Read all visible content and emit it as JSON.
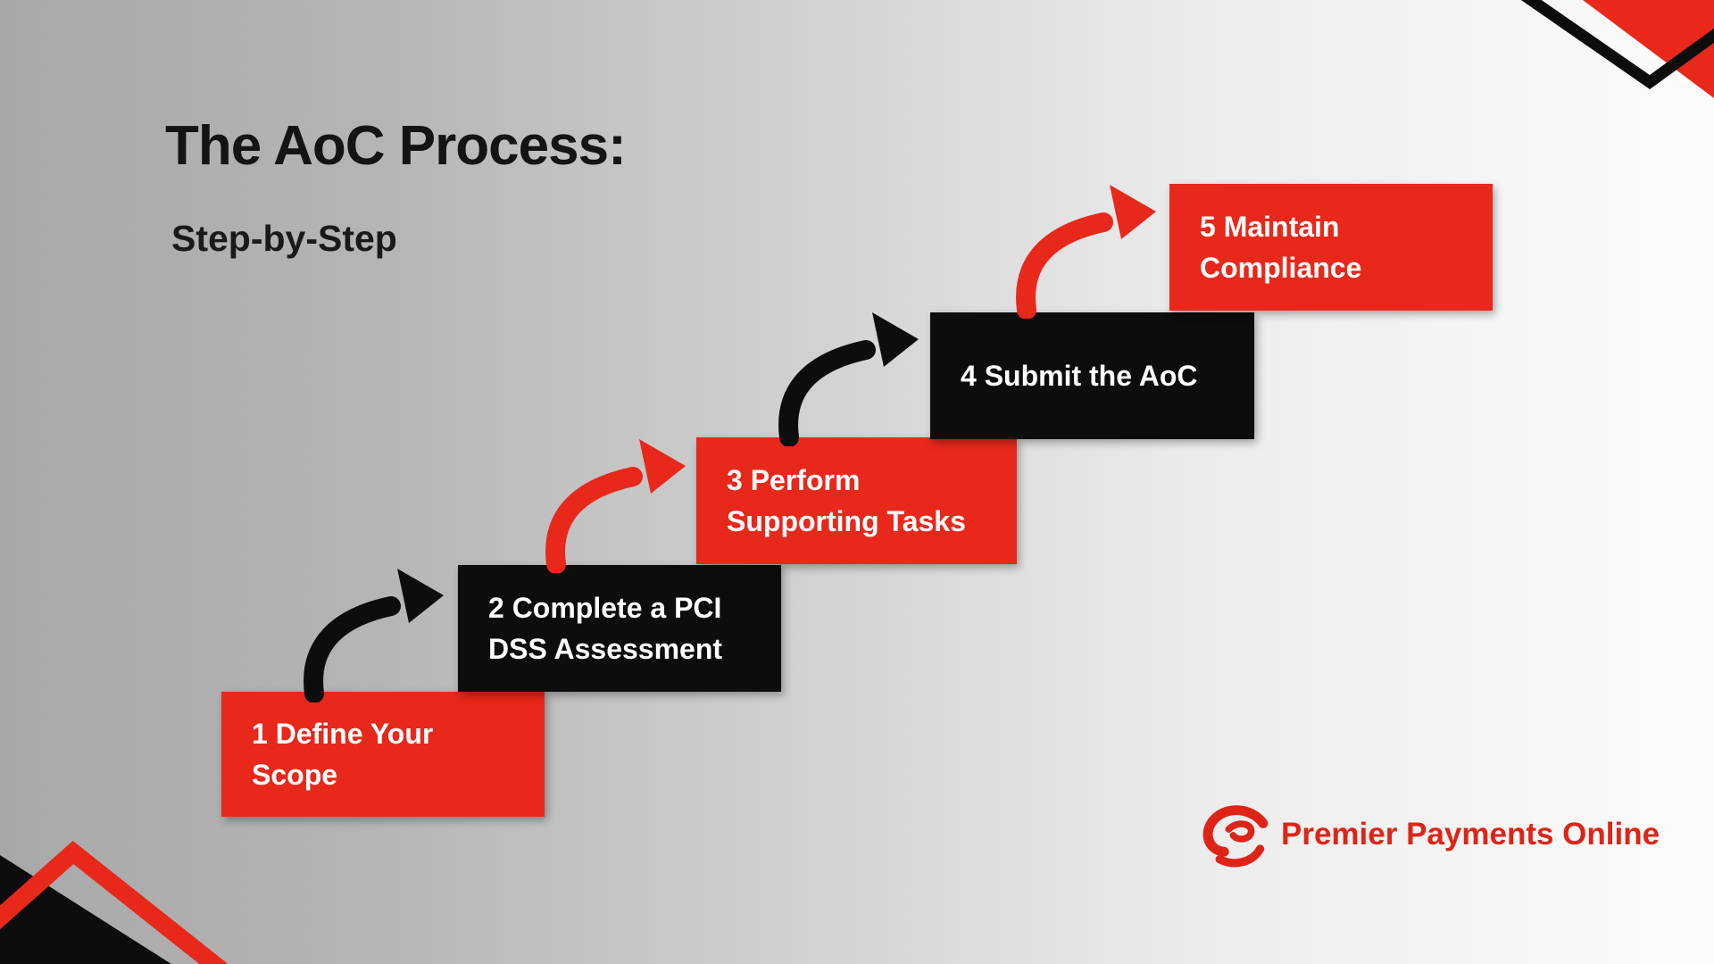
{
  "header": {
    "title": "The AoC Process:",
    "subtitle": "Step-by-Step"
  },
  "steps": [
    {
      "number": "1",
      "color": "#e8281b",
      "lines": [
        "1 Define Your",
        "Scope"
      ]
    },
    {
      "number": "2",
      "color": "#0d0d0d",
      "lines": [
        "2 Complete a PCI",
        "DSS Assessment"
      ]
    },
    {
      "number": "3",
      "color": "#e8281b",
      "lines": [
        "3 Perform",
        "Supporting Tasks"
      ]
    },
    {
      "number": "4",
      "color": "#0d0d0d",
      "lines": [
        "4 Submit the AoC"
      ]
    },
    {
      "number": "5",
      "color": "#e8281b",
      "lines": [
        "5 Maintain",
        "Compliance"
      ]
    }
  ],
  "arrows": [
    {
      "icon": "curved-arrow-icon",
      "from_step": "1",
      "to_step": "2",
      "color": "#0d0d0d"
    },
    {
      "icon": "curved-arrow-icon",
      "from_step": "2",
      "to_step": "3",
      "color": "#e8281b"
    },
    {
      "icon": "curved-arrow-icon",
      "from_step": "3",
      "to_step": "4",
      "color": "#0d0d0d"
    },
    {
      "icon": "curved-arrow-icon",
      "from_step": "4",
      "to_step": "5",
      "color": "#e8281b"
    }
  ],
  "logo": {
    "icon": "swirl-logo-icon",
    "text": "Premier Payments Online",
    "color": "#de2417"
  },
  "decorations": {
    "top_right": "red-triangle-with-black-chevron",
    "bottom_left": "black-triangle-with-red-chevron"
  },
  "colors": {
    "red": "#e8281b",
    "black": "#0d0d0d",
    "text_on_box": "#ffffff",
    "title_text": "#141414",
    "background_left": "#a8a8a8",
    "background_right": "#fbfbfb"
  }
}
